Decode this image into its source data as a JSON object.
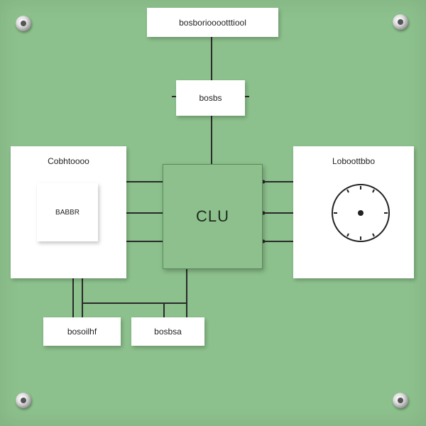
{
  "diagram": {
    "top_box_label": "bosboriooootttiool",
    "second_box_label": "bosbs",
    "cpu_label": "CLU",
    "left_panel_title": "Cobhtoooo",
    "left_inner_label": "BABBR",
    "right_panel_title": "Loboottbbo",
    "bottom_left_label": "bosoilhf",
    "bottom_right_label": "bosbsa"
  },
  "colors": {
    "board": "#8cc08c",
    "cpu_fill": "#8ec08e",
    "wire": "#2a2a2a",
    "card": "#ffffff"
  },
  "icons": [
    "screw-icon",
    "dial-icon"
  ]
}
